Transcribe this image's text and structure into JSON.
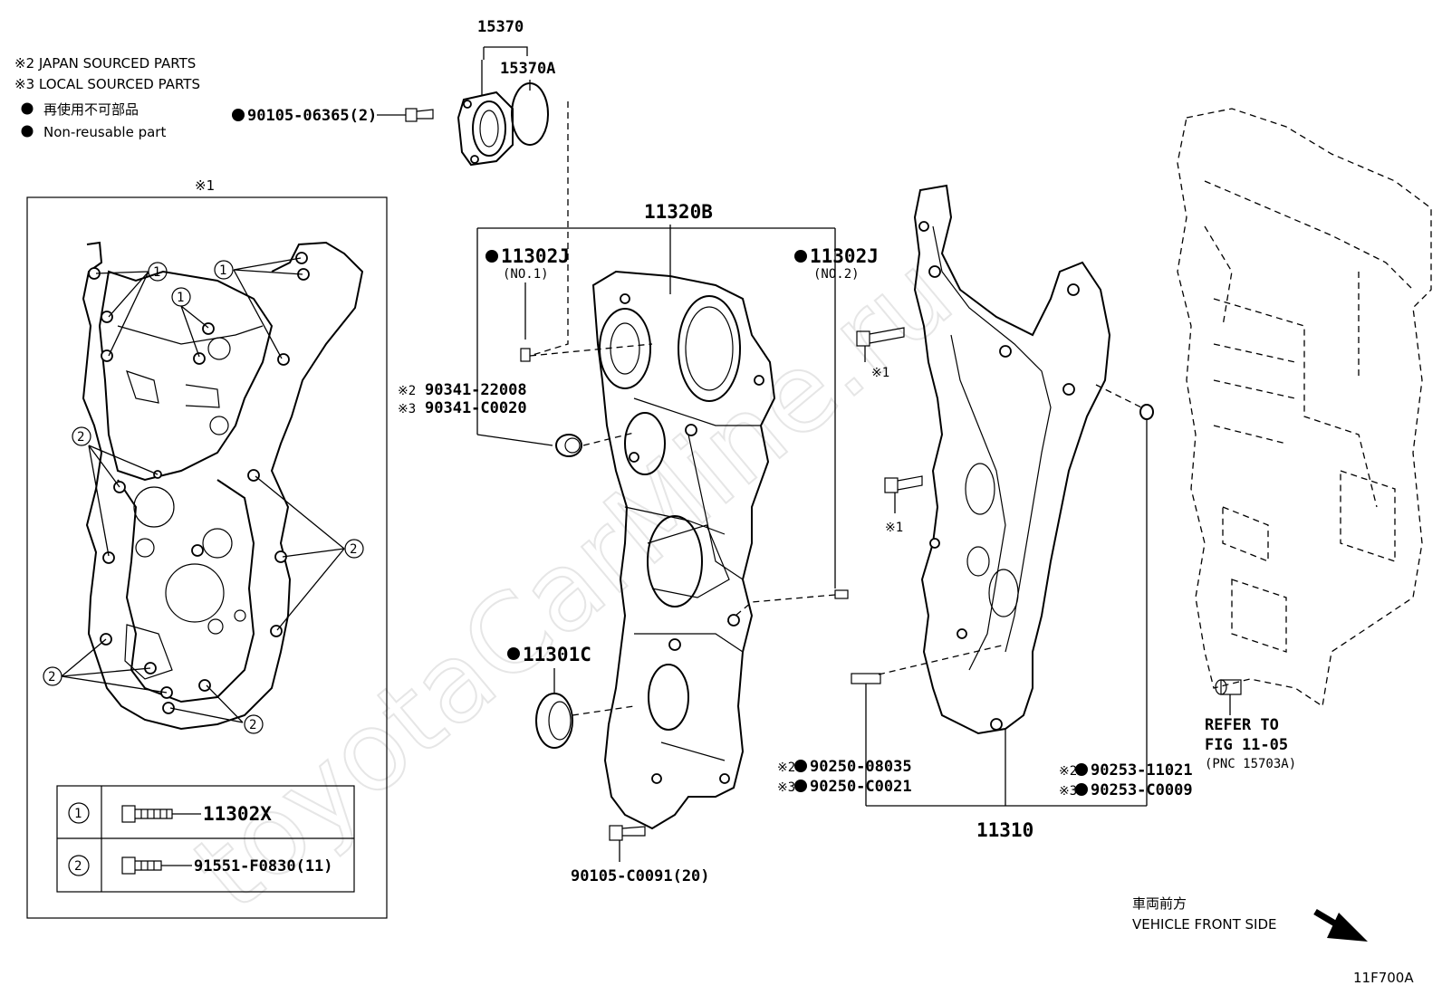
{
  "notes": {
    "japan": "※2 JAPAN SOURCED PARTS",
    "local": "※3 LOCAL SOURCED PARTS",
    "nonreuse_jp": "再使用不可部品",
    "nonreuse_en": "Non-reusable part"
  },
  "watermark": "toyotaCarMine.ru",
  "inset": {
    "title": "※1",
    "circle1": "1",
    "circle2": "2",
    "legend_1_part": "11302X",
    "legend_2_part": "91551-F0830(11)"
  },
  "labels": {
    "p15370": "15370",
    "p15370a": "15370A",
    "p90105_06365": "90105-06365(2)",
    "p11320b": "11320B",
    "p11302j_1": "11302J",
    "p11302j_1_sub": "(NO.1)",
    "p11302j_2": "11302J",
    "p11302j_2_sub": "(NO.2)",
    "p90341_a_mark": "※2",
    "p90341_a": "90341-22008",
    "p90341_b_mark": "※3",
    "p90341_b": "90341-C0020",
    "p11301c": "11301C",
    "p90105_c0091": "90105-C0091(20)",
    "mark1_a": "※1",
    "mark1_b": "※1",
    "p90250_a_mark": "※2",
    "p90250_a": "90250-08035",
    "p90250_b_mark": "※3",
    "p90250_b": "90250-C0021",
    "p90253_a_mark": "※2",
    "p90253_a": "90253-11021",
    "p90253_b_mark": "※3",
    "p90253_b": "90253-C0009",
    "p11310": "11310",
    "refer_1": "REFER TO",
    "refer_2": "FIG 11-05",
    "refer_3": "(PNC 15703A)",
    "front_jp": "車両前方",
    "front_en": "VEHICLE FRONT SIDE",
    "fig_code": "11F700A"
  }
}
